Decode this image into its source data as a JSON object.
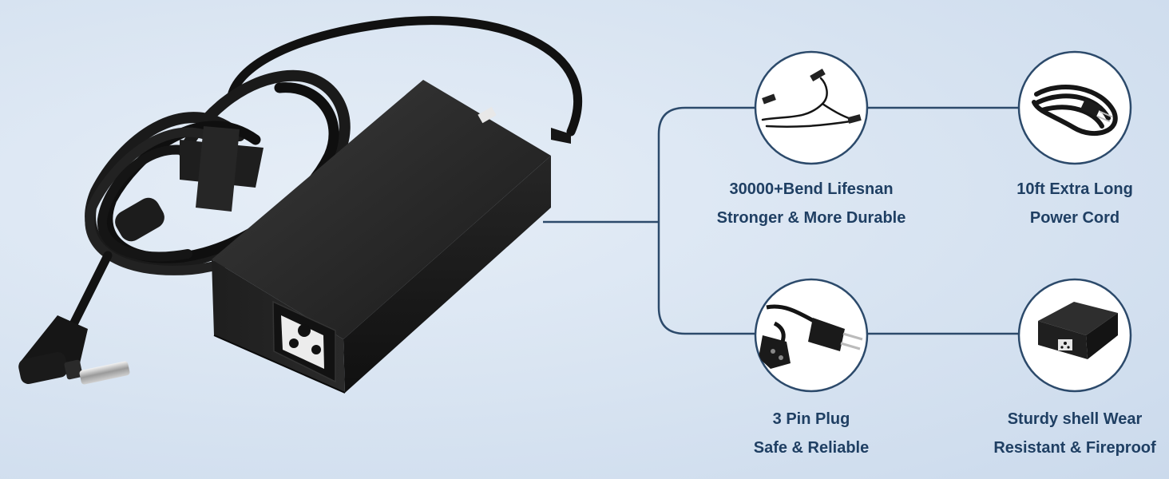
{
  "features": [
    {
      "line1": "30000+Bend Lifesnan",
      "line2": "Stronger & More Durable",
      "icon": "bent-dc-cable-icon"
    },
    {
      "line1": "10ft Extra Long",
      "line2": "Power Cord",
      "icon": "coiled-power-cord-icon"
    },
    {
      "line1": "3 Pin Plug",
      "line2": "Safe & Reliable",
      "icon": "three-pin-plug-icon"
    },
    {
      "line1": "Sturdy shell Wear",
      "line2": "Resistant & Fireproof",
      "icon": "adapter-brick-icon"
    }
  ],
  "colors": {
    "background": "#d7e3f1",
    "accent": "#2c4a6b",
    "text": "#1f3f63",
    "product": "#1b1b1b"
  }
}
